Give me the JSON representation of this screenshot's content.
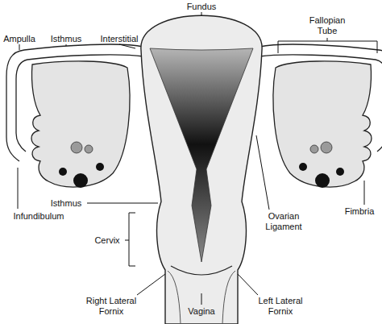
{
  "diagram": {
    "labels": [
      "Fundus",
      "Ampulla",
      "Isthmus",
      "Interstitial",
      "Fallopian Tube",
      "Isthmus",
      "Infundibulum",
      "Cervix",
      "Ovarian Ligament",
      "Fimbria",
      "Right Lateral Fornix",
      "Vagina",
      "Left Lateral Fornix"
    ]
  }
}
